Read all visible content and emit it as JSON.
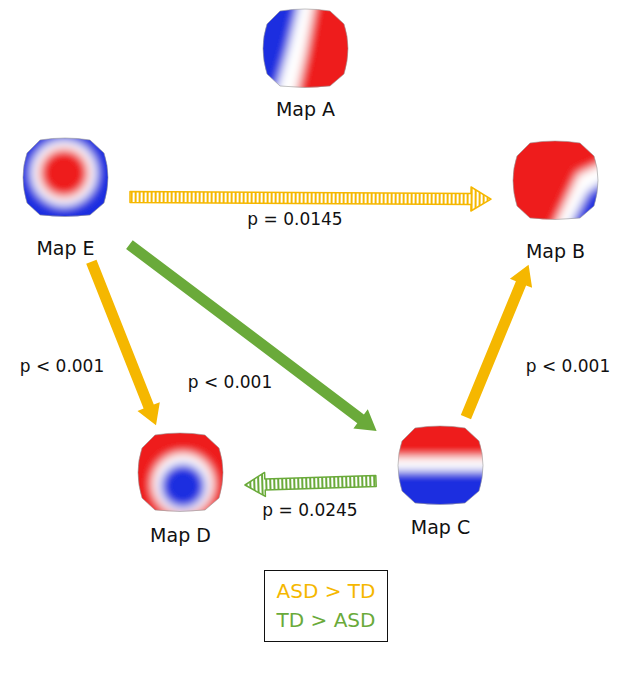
{
  "diagram": {
    "nodes": [
      {
        "text": [
          "Map A"
        ]
      },
      {
        "text": [
          "Map B"
        ]
      },
      {
        "text": [
          "Map C"
        ]
      },
      {
        "text": [
          "Map D"
        ]
      },
      {
        "text": [
          "Map E"
        ]
      }
    ],
    "edges": [
      {
        "from": 4,
        "to": 1,
        "arrow": "to",
        "label": "p = 0.0145"
      },
      {
        "from": 4,
        "to": 3,
        "arrow": "to",
        "label": "p < 0.001"
      },
      {
        "from": 4,
        "to": 2,
        "arrow": "to",
        "label": "p < 0.001"
      },
      {
        "from": 2,
        "to": 1,
        "arrow": "to",
        "label": "p < 0.001"
      },
      {
        "from": 2,
        "to": 3,
        "arrow": "to",
        "label": "p = 0.0245"
      }
    ],
    "legend": [
      {
        "text": "ASD > TD",
        "color": "#F5B700"
      },
      {
        "text": "TD > ASD",
        "color": "#6AAA3A"
      }
    ]
  }
}
